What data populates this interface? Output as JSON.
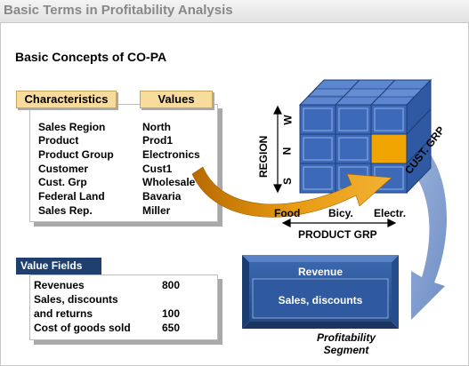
{
  "slide_title": "Basic Terms in Profitability Analysis",
  "section_title": "Basic Concepts of CO-PA",
  "characteristics": {
    "header": "Characteristics",
    "values_header": "Values",
    "rows": [
      {
        "label": "Sales Region",
        "value": "North"
      },
      {
        "label": "Product",
        "value": "Prod1"
      },
      {
        "label": "Product Group",
        "value": "Electronics"
      },
      {
        "label": "Customer",
        "value": "Cust1"
      },
      {
        "label": "Cust. Grp",
        "value": "Wholesale"
      },
      {
        "label": "Federal Land",
        "value": "Bavaria"
      },
      {
        "label": "Sales Rep.",
        "value": "Miller"
      }
    ]
  },
  "value_fields": {
    "header": "Value Fields",
    "rows": [
      {
        "label": "Revenues",
        "value": "800"
      },
      {
        "label": "Sales, discounts",
        "value": ""
      },
      {
        "label": "and returns",
        "value": "100"
      },
      {
        "label": "Cost of goods sold",
        "value": "650"
      }
    ]
  },
  "cube": {
    "region_label": "REGION",
    "region_ticks": [
      "W",
      "N",
      "S"
    ],
    "product_ticks": [
      "Food",
      "Bicy.",
      "Electr."
    ],
    "product_label": "PRODUCT GRP",
    "cust_label": "CUST. GRP"
  },
  "segment_box": {
    "line1": "Revenue",
    "line2": "Sales, discounts"
  },
  "segment_label": "Profitability Segment",
  "colors": {
    "header_fill": "#f7dc9e",
    "value_fields_header": "#1f3f6e",
    "cube_blue": "#3d6ab8",
    "highlight_cell": "#f0a400",
    "arrow_orange": "#e79a12",
    "arrow_blue": "#7a9bd0",
    "segment_box": "#2b5596"
  }
}
